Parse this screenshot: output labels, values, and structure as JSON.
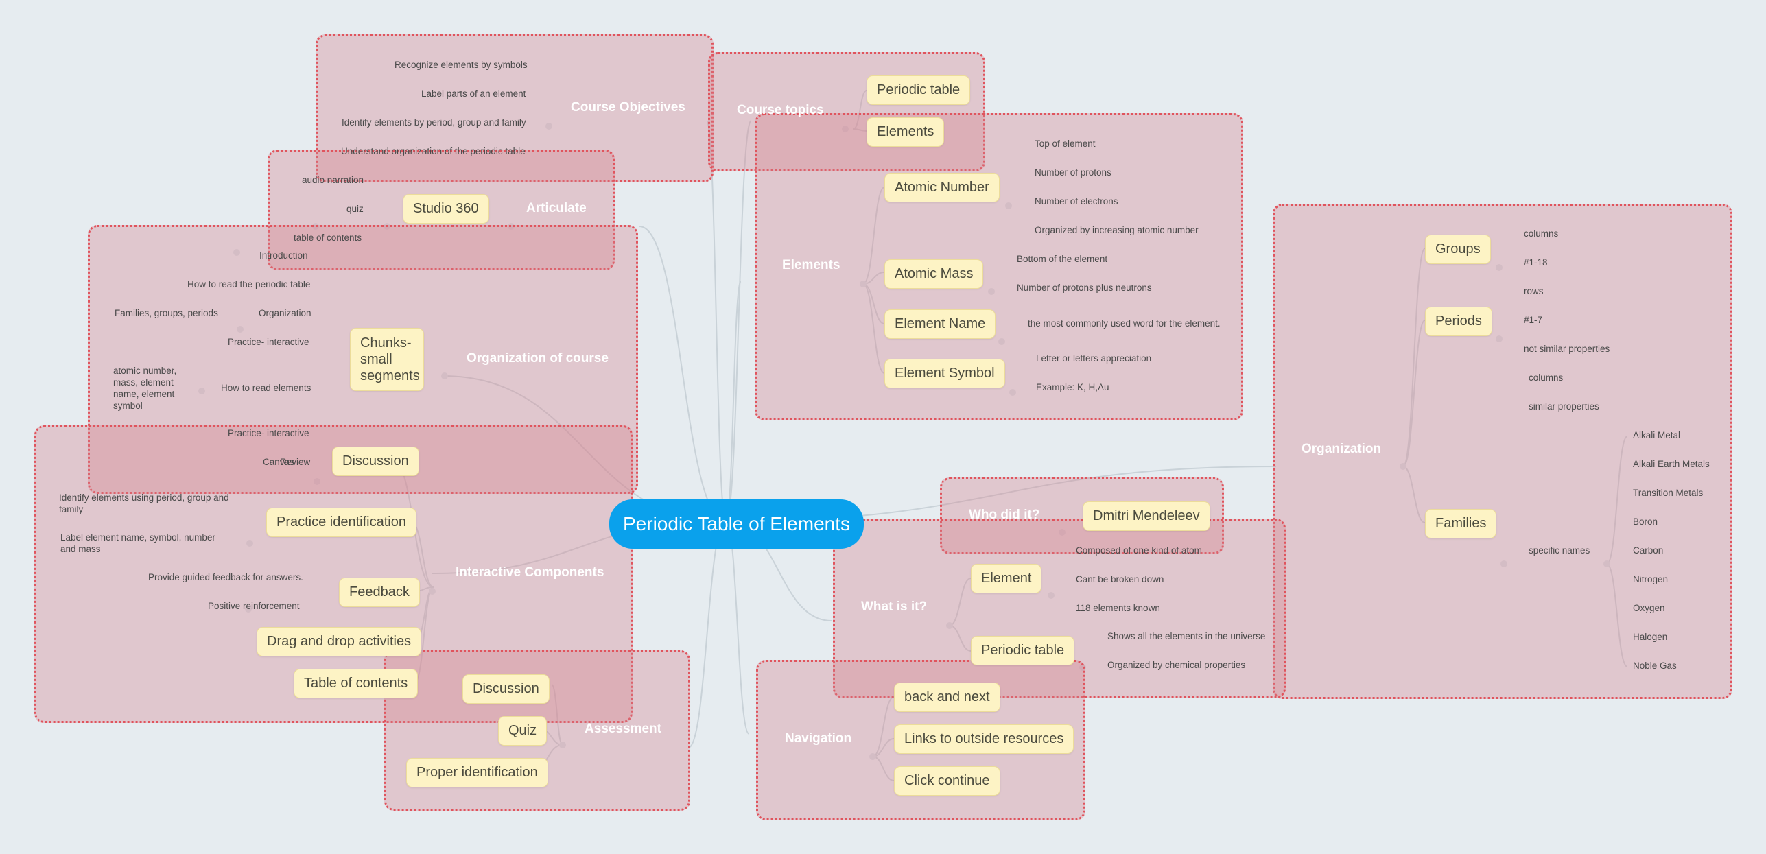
{
  "root": "Periodic Table of Elements",
  "branches": {
    "course_objectives": {
      "label": "Course Objectives",
      "items": [
        "Recognize elements by symbols",
        "Label parts of an element",
        "Identify elements by period, group and family",
        "Understand organization of the periodic table"
      ]
    },
    "articulate": {
      "label": "Articulate",
      "studio": "Studio 360",
      "items": [
        "audio narration",
        "quiz",
        "table of contents"
      ]
    },
    "organization_of_course": {
      "label": "Organization of course",
      "chunks": "Chunks- small segments",
      "items": [
        "Introduction",
        "How to read the periodic table",
        "Organization",
        "Families, groups, periods",
        "Practice- interactive",
        "How to read elements",
        "atomic number, mass, element name, element symbol",
        "Practice- interactive",
        "Review"
      ]
    },
    "interactive_components": {
      "label": "Interactive Components",
      "discussion": "Discussion",
      "canvas": "Canvas",
      "practice_identification": "Practice identification",
      "pi_leaves": [
        "Identify elements using period, group and family",
        "Label element name, symbol, number and mass"
      ],
      "feedback": "Feedback",
      "fb_leaves": [
        "Provide guided feedback for answers.",
        "Positive reinforcement"
      ],
      "drag_drop": "Drag and drop activities",
      "toc": "Table of contents"
    },
    "assessment": {
      "label": "Assessment",
      "items": [
        "Discussion",
        "Quiz",
        "Proper identification"
      ]
    },
    "course_topics": {
      "label": "Course topics",
      "items": [
        "Periodic table",
        "Elements"
      ]
    },
    "elements": {
      "label": "Elements",
      "atomic_number": "Atomic Number",
      "an_leaves": [
        "Top of element",
        "Number of protons",
        "Number of electrons",
        "Organized by increasing atomic number"
      ],
      "atomic_mass": "Atomic Mass",
      "am_leaves": [
        "Bottom of the element",
        "Number of protons plus neutrons"
      ],
      "element_name": "Element Name",
      "en_leaves": [
        "the most commonly used word for the element."
      ],
      "element_symbol": "Element Symbol",
      "es_leaves": [
        "Letter or letters appreciation",
        "Example: K, H,Au"
      ]
    },
    "who_did_it": {
      "label": "Who did it?",
      "person": "Dmitri Mendeleev"
    },
    "what_is_it": {
      "label": "What is it?",
      "element": "Element",
      "el_leaves": [
        "Composed of one kind of atom",
        "Cant be broken down",
        "118 elements known"
      ],
      "periodic_table": "Periodic table",
      "pt_leaves": [
        "Shows all the elements in the universe",
        "Organized by chemical properties"
      ]
    },
    "navigation": {
      "label": "Navigation",
      "items": [
        "back and next",
        "Links to outside resources",
        "Click continue"
      ]
    },
    "organization": {
      "label": "Organization",
      "groups": "Groups",
      "groups_leaves": [
        "columns",
        "#1-18"
      ],
      "periods": "Periods",
      "periods_leaves": [
        "rows",
        "#1-7",
        "not similar properties"
      ],
      "families": "Families",
      "families_leaves": [
        "columns",
        "similar properties",
        "specific names"
      ],
      "specific_names": [
        "Alkali Metal",
        "Alkali Earth Metals",
        "Transition Metals",
        "Boron",
        "Carbon",
        "Nitrogen",
        "Oxygen",
        "Halogen",
        "Noble Gas"
      ]
    }
  }
}
